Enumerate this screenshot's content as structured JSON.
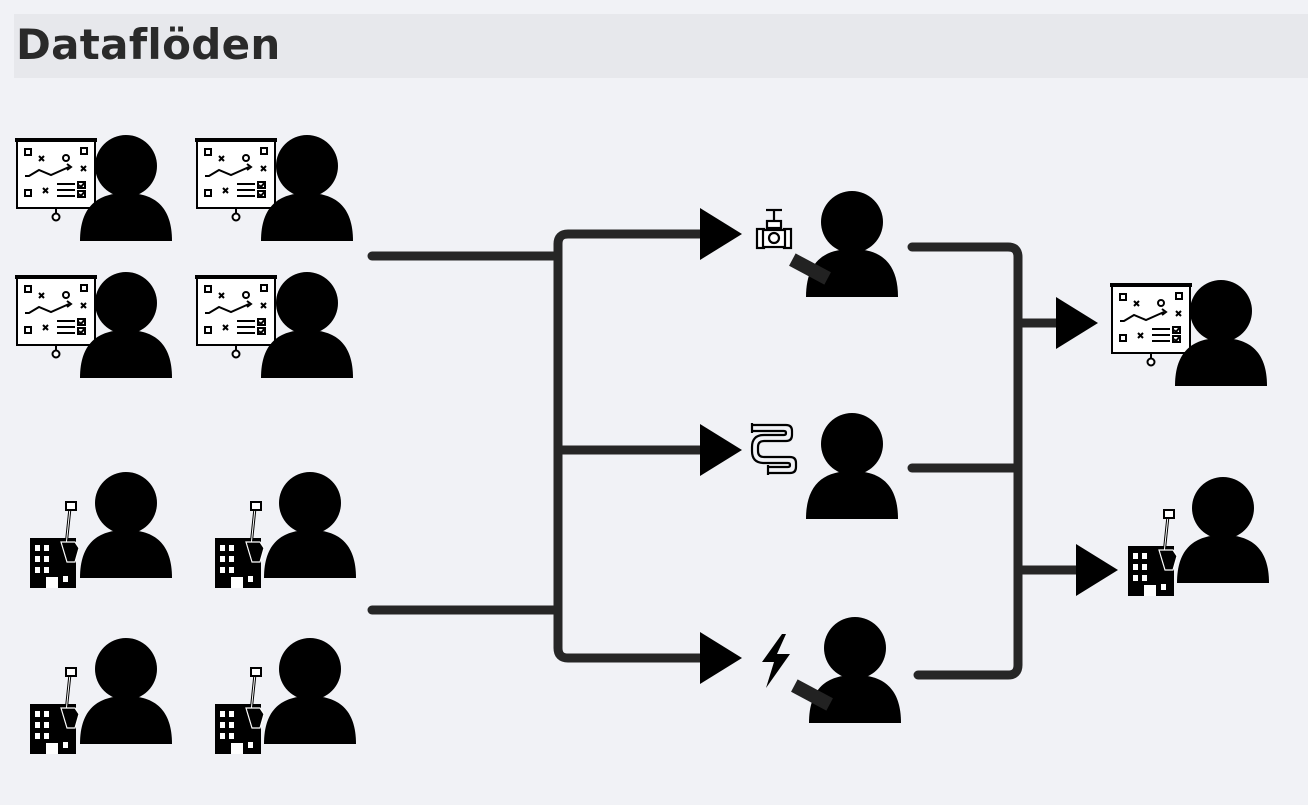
{
  "page": {
    "title": "Dataflöden"
  },
  "colors": {
    "background": "#f1f2f6",
    "title_bar": "#e7e8ec",
    "ink": "#000000",
    "connector": "#262626"
  },
  "groups": [
    {
      "name": "planners",
      "role_icon": "strategy-board-icon",
      "count": 4
    },
    {
      "name": "property-owners",
      "role_icon": "building-shovel-icon",
      "count": 4
    }
  ],
  "utilities": [
    {
      "name": "water",
      "role_icon": "water-valve-icon"
    },
    {
      "name": "heating",
      "role_icon": "heating-pipe-icon"
    },
    {
      "name": "electricity",
      "role_icon": "lightning-icon"
    }
  ],
  "recipients": [
    {
      "name": "planner",
      "role_icon": "strategy-board-icon"
    },
    {
      "name": "property-owner",
      "role_icon": "building-shovel-icon"
    }
  ]
}
